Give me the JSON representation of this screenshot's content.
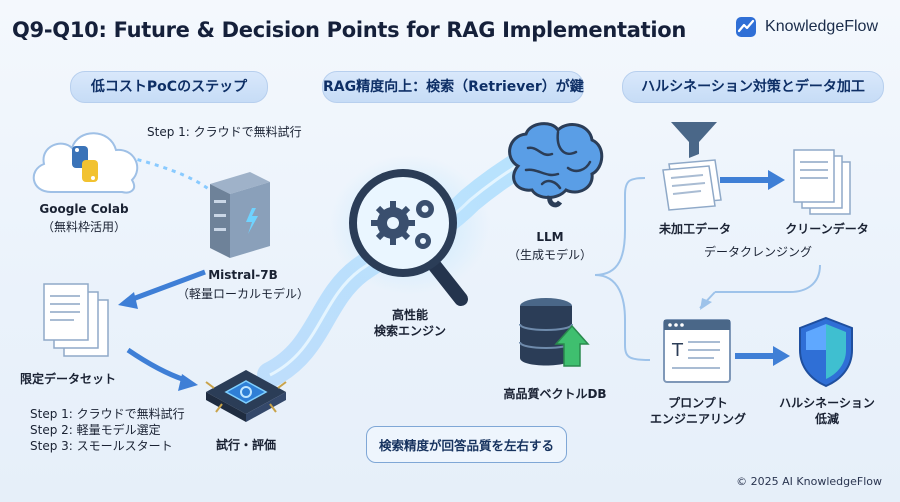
{
  "title": "Q9-Q10: Future & Decision Points for RAG Implementation",
  "brand": {
    "name": "KnowledgeFlow",
    "logo_icon": "chart-logo-icon"
  },
  "sections": [
    {
      "label": "低コストPoCのステップ"
    },
    {
      "label": "RAG精度向上：検索（Retriever）が鍵"
    },
    {
      "label": "ハルシネーション対策とデータ加工"
    }
  ],
  "left": {
    "step1_top": "Step 1: クラウドで無料試行",
    "colab_name": "Google Colab",
    "colab_sub": "（無料枠活用）",
    "mistral_name": "Mistral-7B",
    "mistral_sub": "（軽量ローカルモデル）",
    "limited_data": "限定データセット",
    "trial": "試行・評価",
    "steps": [
      "Step 1: クラウドで無料試行",
      "Step 2: 軽量モデル選定",
      "Step 3: スモールスタート"
    ]
  },
  "middle": {
    "engine_line1": "高性能",
    "engine_line2": "検索エンジン",
    "llm_name": "LLM",
    "llm_sub": "（生成モデル）",
    "vectordb": "高品質ベクトルDB",
    "callout": "検索精度が回答品質を左右する"
  },
  "right": {
    "raw_data": "未加工データ",
    "clean_data": "クリーンデータ",
    "cleansing": "データクレンジング",
    "prompt_line1": "プロンプト",
    "prompt_line2": "エンジニアリング",
    "halluc_line1": "ハルシネーション",
    "halluc_line2": "低減"
  },
  "footer": "© 2025 AI KnowledgeFlow",
  "colors": {
    "accent": "#2f6fd6",
    "flow": "#4aa3ff",
    "pill_bg": "#cfe1f8",
    "title": "#15203a"
  }
}
